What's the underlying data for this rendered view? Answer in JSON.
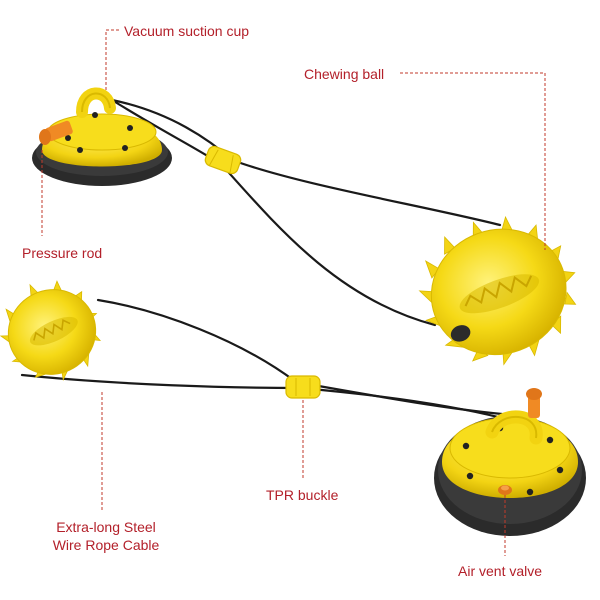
{
  "labels": {
    "vacuum_suction_cup": "Vacuum suction cup",
    "chewing_ball": "Chewing ball",
    "pressure_rod": "Pressure rod",
    "tpr_buckle": "TPR buckle",
    "cable_line1": "Extra-long Steel",
    "cable_line2": "Wire Rope Cable",
    "air_vent_valve": "Air vent valve"
  },
  "colors": {
    "toy_yellow": "#f7dd1c",
    "toy_yellow_shadow": "#d9b900",
    "base_dark": "#2b2b2b",
    "cable": "#1a1a1a",
    "rod_orange": "#f08a24",
    "callout": "#c0392b"
  }
}
